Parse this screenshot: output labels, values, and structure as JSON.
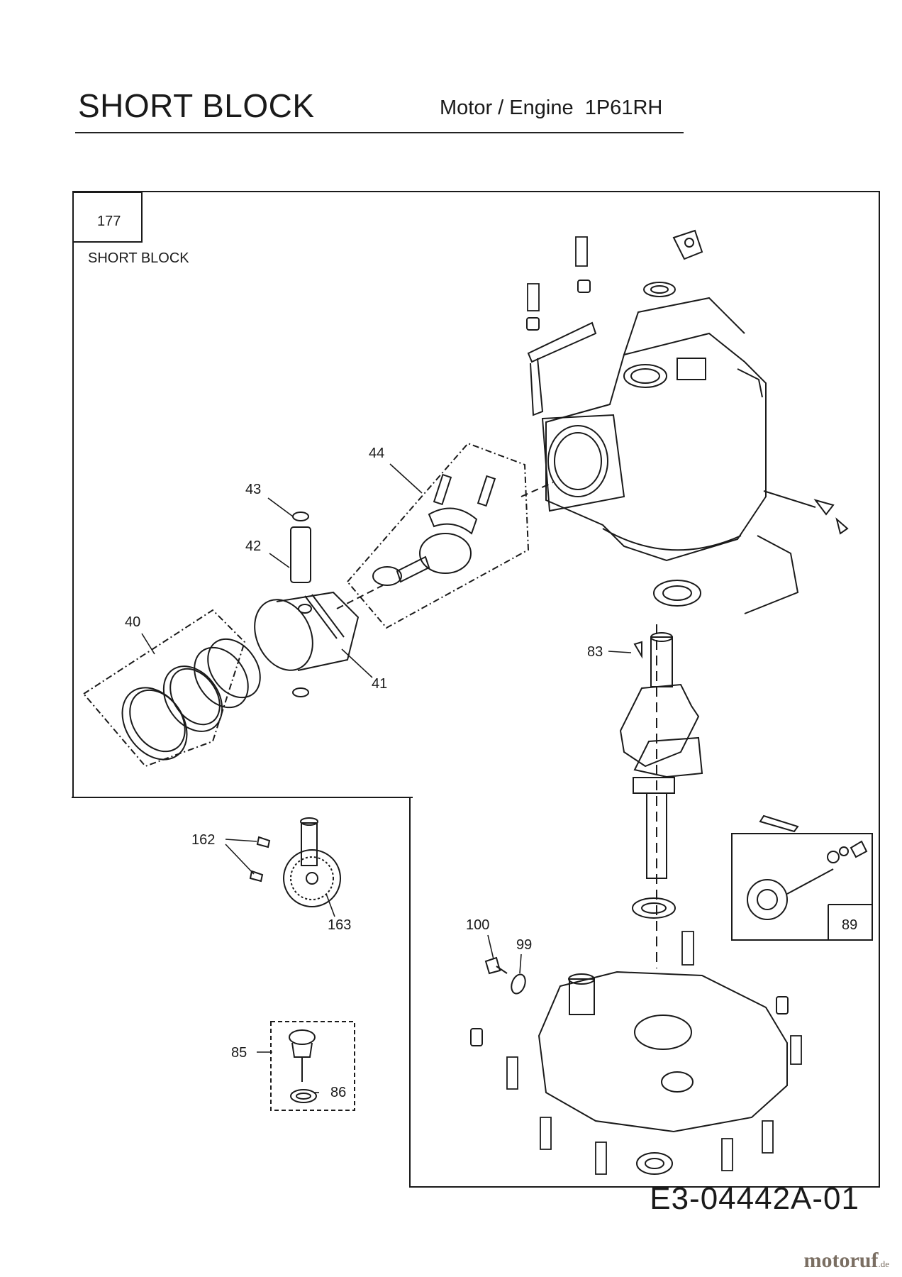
{
  "header": {
    "title": "SHORT BLOCK",
    "subtitle": "Motor / Engine  1P61RH"
  },
  "section": {
    "number": "177",
    "name": "SHORT BLOCK"
  },
  "callouts": {
    "p40": "40",
    "p41": "41",
    "p42": "42",
    "p43": "43",
    "p44": "44",
    "p83": "83",
    "p85": "85",
    "p86": "86",
    "p89": "89",
    "p99": "99",
    "p100": "100",
    "p162": "162",
    "p163": "163"
  },
  "footer": {
    "doc_number": "E3-04442A-01",
    "brand_name": "motoruf",
    "brand_tld": ".de"
  }
}
